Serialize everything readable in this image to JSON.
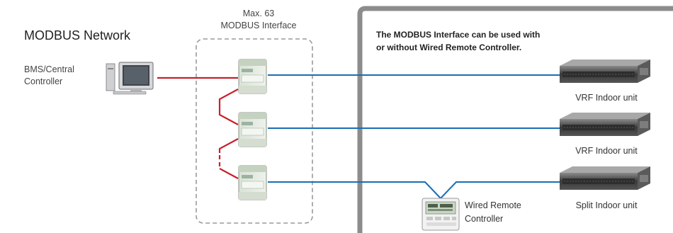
{
  "network_title": "MODBUS Network",
  "bms": {
    "label_line1": "BMS/Central",
    "label_line2": "Controller"
  },
  "interface_group": {
    "max_label": "Max. 63",
    "label": "MODBUS Interface"
  },
  "note": {
    "line1": "The MODBUS Interface can be used with",
    "line2": "or without Wired Remote Controller."
  },
  "indoor_units": [
    {
      "label": "VRF Indoor unit"
    },
    {
      "label": "VRF Indoor unit"
    },
    {
      "label": "Split Indoor unit"
    }
  ],
  "wired_remote": {
    "line1": "Wired Remote",
    "line2": "Controller"
  },
  "colors": {
    "modbus_line": "#c8202a",
    "unit_line": "#1b6db3",
    "frame": "#888888",
    "dashed_box": "#999999"
  }
}
